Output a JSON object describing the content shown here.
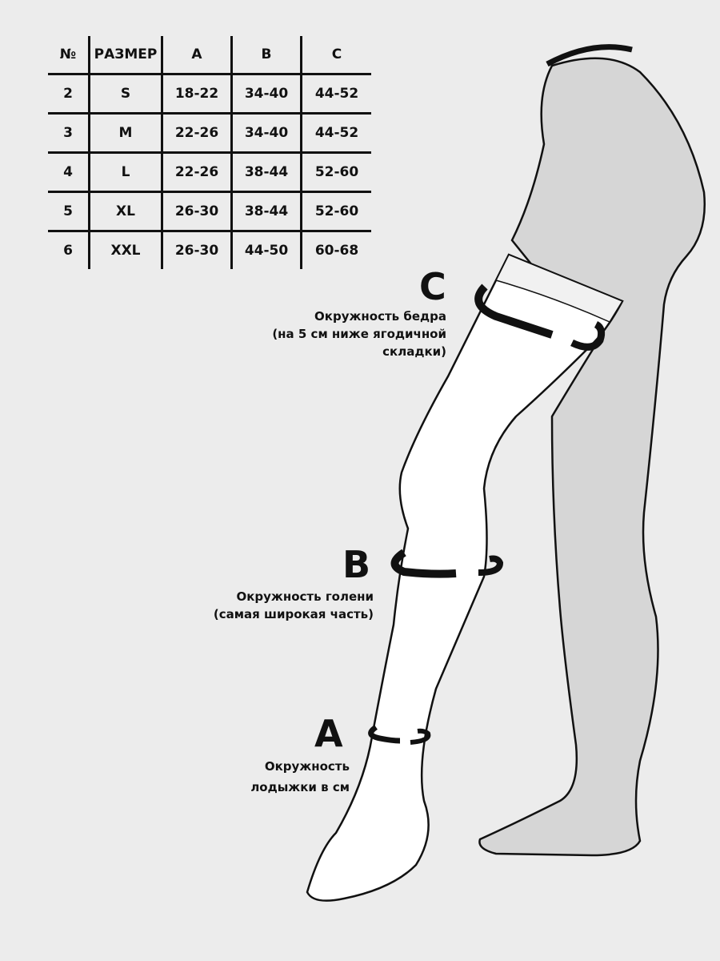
{
  "table": {
    "headers": [
      "№",
      "РАЗМЕР",
      "A",
      "B",
      "C"
    ],
    "rows": [
      [
        "2",
        "S",
        "18-22",
        "34-40",
        "44-52"
      ],
      [
        "3",
        "M",
        "22-26",
        "34-40",
        "44-52"
      ],
      [
        "4",
        "L",
        "22-26",
        "38-44",
        "52-60"
      ],
      [
        "5",
        "XL",
        "26-30",
        "38-44",
        "52-60"
      ],
      [
        "6",
        "XXL",
        "26-30",
        "44-50",
        "60-68"
      ]
    ]
  },
  "labels": {
    "c_letter": "C",
    "c_line1": "Окружность бедра",
    "c_line2": "(на 5 см ниже ягодичной",
    "c_line3": "складки)",
    "b_letter": "B",
    "b_line1": "Окружность голени",
    "b_line2": "(самая широкая часть)",
    "a_letter": "A",
    "a_line1": "Окружность",
    "a_line2": "лодыжки в см"
  }
}
